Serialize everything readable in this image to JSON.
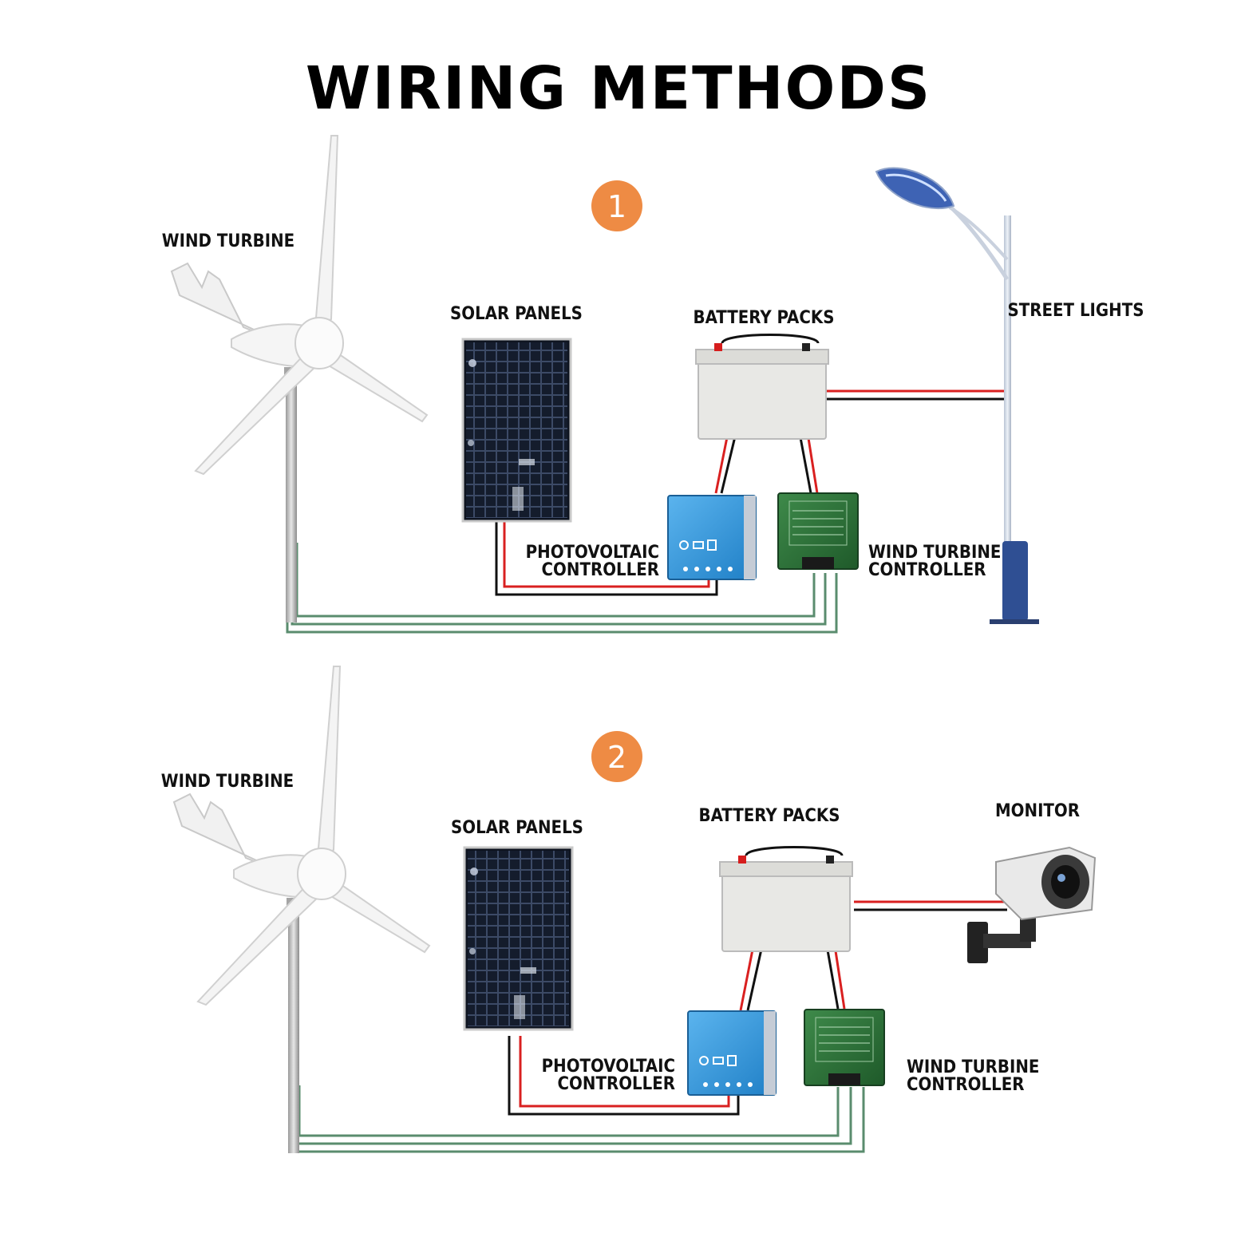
{
  "title": "WIRING METHODS",
  "colors": {
    "badge": "#EE8B44",
    "wire_red": "#D92020",
    "wire_black": "#111111",
    "wire_green": "#5A8C6E"
  },
  "diagram1": {
    "badge": "1",
    "wind_turbine": "WIND TURBINE",
    "solar_panels": "SOLAR PANELS",
    "battery_packs": "BATTERY PACKS",
    "load": "STREET LIGHTS",
    "pv_controller": [
      "PHOTOVOLTAIC",
      "CONTROLLER"
    ],
    "wt_controller": [
      "WIND TURBINE",
      "CONTROLLER"
    ]
  },
  "diagram2": {
    "badge": "2",
    "wind_turbine": "WIND TURBINE",
    "solar_panels": "SOLAR PANELS",
    "battery_packs": "BATTERY PACKS",
    "load": "MONITOR",
    "pv_controller": [
      "PHOTOVOLTAIC",
      "CONTROLLER"
    ],
    "wt_controller": [
      "WIND TURBINE",
      "CONTROLLER"
    ]
  }
}
